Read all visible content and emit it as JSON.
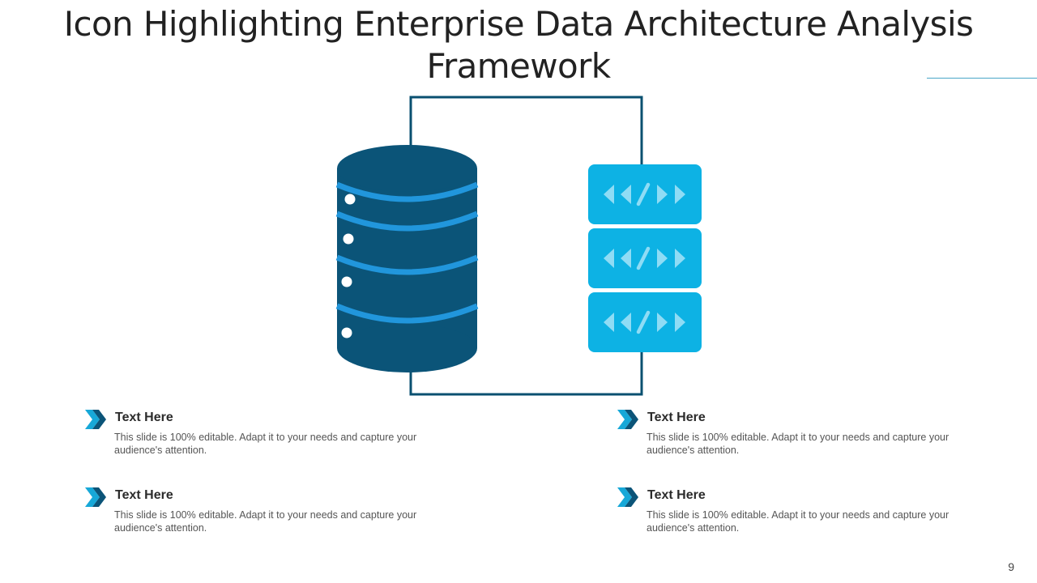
{
  "title": "Icon Highlighting Enterprise Data Architecture Analysis Framework",
  "colors": {
    "dark_blue": "#0b5478",
    "mid_blue": "#2196dc",
    "cyan": "#0db2e4",
    "light_cyan": "#8fdcf5",
    "frame": "#0a5070"
  },
  "icons": {
    "database": "database-icon",
    "code_blocks": "code-tag-icon",
    "bullet": "double-chevron-icon"
  },
  "items": [
    {
      "heading": "Text Here",
      "body": "This slide is 100% editable. Adapt it to your needs and capture your audience's attention."
    },
    {
      "heading": "Text Here",
      "body": "This slide is 100% editable. Adapt it to your needs and capture your audience's attention."
    },
    {
      "heading": "Text Here",
      "body": "This slide is 100% editable. Adapt it to your needs and capture your audience's attention."
    },
    {
      "heading": "Text Here",
      "body": "This slide is 100% editable. Adapt it to your needs and capture your audience's attention."
    }
  ],
  "page_number": "9"
}
